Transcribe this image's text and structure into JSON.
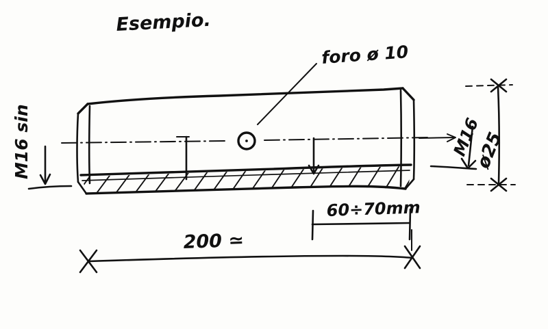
{
  "drawing": {
    "title": "Esempio.",
    "medium": "hand-drawn pencil/ink technical sketch",
    "subject": "threaded shaft / stud, half-section view",
    "background_color": "#fdfdfb",
    "ink_color": "#111111"
  },
  "annotations": {
    "title_label": "Esempio.",
    "hole_callout": "foro ø 10",
    "left_thread_label": "M16 sin",
    "right_thread_label": "M16",
    "diameter_label": "ø25",
    "right_length_label": "60÷70mm",
    "overall_length_label": "200 ≃"
  },
  "dimensions": {
    "overall_length": "200 ≃",
    "right_thread_length": "60÷70mm",
    "body_diameter": "ø25",
    "hole_diameter": "foro ø 10",
    "left_thread": "M16 sin",
    "right_thread": "M16"
  },
  "features": [
    {
      "name": "left-thread-M16-left-hand",
      "label": "M16 sin"
    },
    {
      "name": "right-thread-M16",
      "label": "M16"
    },
    {
      "name": "cross-hole",
      "label": "foro ø 10"
    },
    {
      "name": "shaft-diameter",
      "label": "ø25"
    },
    {
      "name": "overall-length",
      "label": "200 ≃"
    },
    {
      "name": "right-thread-length",
      "label": "60÷70mm"
    }
  ]
}
